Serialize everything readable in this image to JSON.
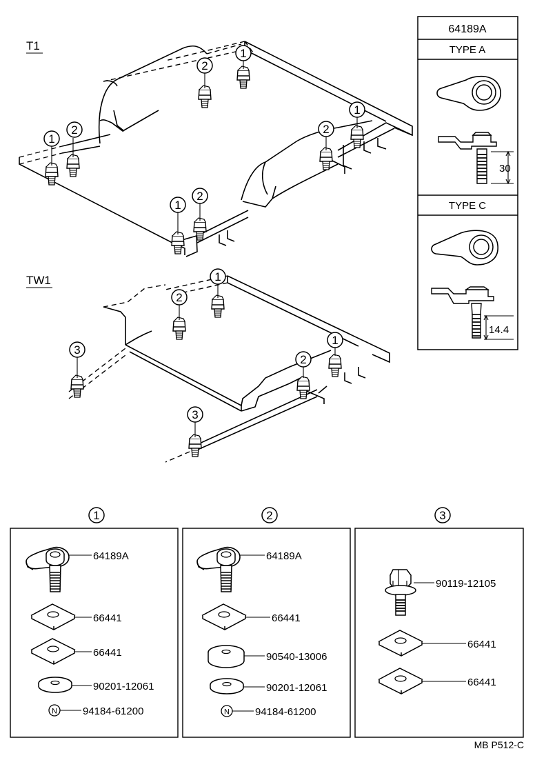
{
  "diagram_code": "MB P512-C",
  "views": [
    {
      "label": "T1"
    },
    {
      "label": "TW1"
    }
  ],
  "type_panel": {
    "part_number": "64189A",
    "types": [
      {
        "label": "TYPE A",
        "dimension": "30"
      },
      {
        "label": "TYPE C",
        "dimension": "14.4"
      }
    ]
  },
  "callouts": [
    "1",
    "2",
    "3"
  ],
  "kits": [
    {
      "number": "1",
      "parts": [
        "64189A",
        "66441",
        "66441",
        "90201-12061",
        "94184-61200"
      ],
      "notes": [
        "",
        "",
        "",
        "",
        "N"
      ]
    },
    {
      "number": "2",
      "parts": [
        "64189A",
        "66441",
        "90540-13006",
        "90201-12061",
        "94184-61200"
      ],
      "notes": [
        "",
        "",
        "",
        "",
        "N"
      ]
    },
    {
      "number": "3",
      "parts": [
        "90119-12105",
        "66441",
        "66441"
      ],
      "notes": [
        "",
        "",
        ""
      ]
    }
  ]
}
